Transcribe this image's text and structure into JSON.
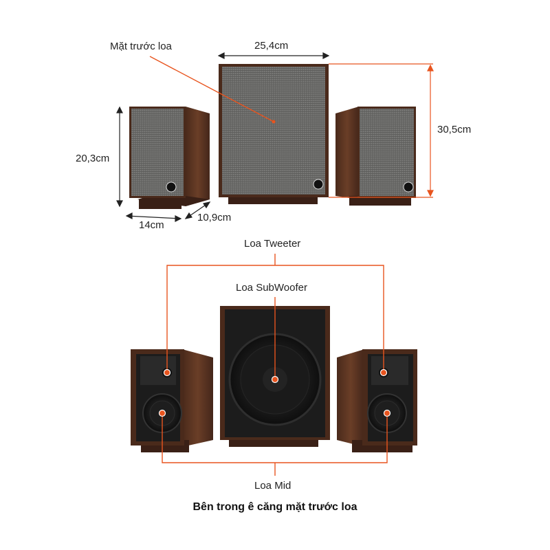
{
  "top": {
    "front_label": "Mặt trước loa",
    "width_sub": "25,4cm",
    "height_sub": "30,5cm",
    "height_sat": "20,3cm",
    "width_sat": "14cm",
    "depth_sat": "10,9cm"
  },
  "bottom": {
    "tweeter_label": "Loa Tweeter",
    "subwoofer_label": "Loa SubWoofer",
    "mid_label": "Loa Mid"
  },
  "caption": "Bên trong ê căng mặt trước loa",
  "colors": {
    "callout": "#e8541e",
    "wood": "#5a3422",
    "wood_dark": "#3a2016",
    "grille": "#6e6e6c",
    "driver_panel": "#1c1c1c"
  }
}
